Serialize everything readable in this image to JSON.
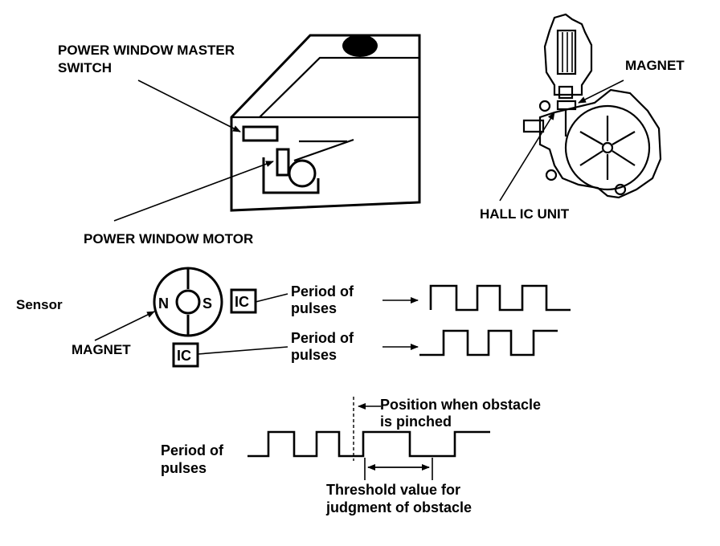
{
  "labels": {
    "master_switch_line1": "POWER WINDOW MASTER",
    "master_switch_line2": "SWITCH",
    "window_motor": "POWER WINDOW MOTOR",
    "magnet_top": "MAGNET",
    "hall_ic_unit": "HALL IC UNIT",
    "sensor": "Sensor",
    "magnet_sensor": "MAGNET",
    "north": "N",
    "south": "S",
    "ic_upper": "IC",
    "ic_lower": "IC",
    "period_upper_line1": "Period of",
    "period_upper_line2": "pulses",
    "period_lower_line1": "Period of",
    "period_lower_line2": "pulses",
    "period_bottom_line1": "Period of",
    "period_bottom_line2": "pulses",
    "pinched_line1": "Position when obstacle",
    "pinched_line2": "is pinched",
    "threshold_line1": "Threshold value for",
    "threshold_line2": "judgment of obstacle"
  }
}
